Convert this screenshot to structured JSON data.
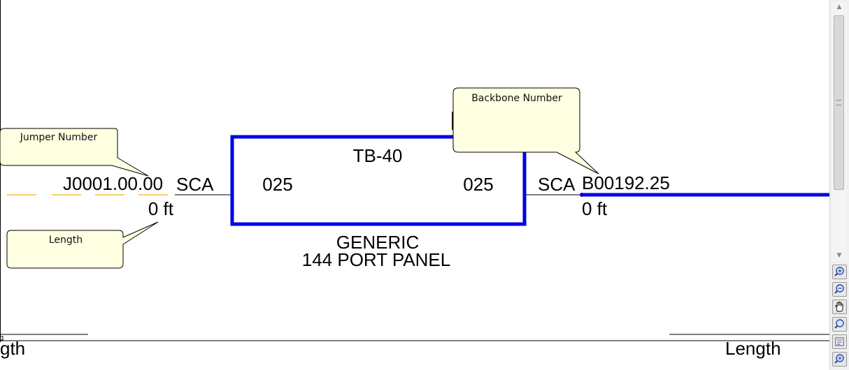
{
  "diagram": {
    "panel": {
      "title": "TB-40",
      "left_port": "025",
      "right_port": "025",
      "caption_line1": "GENERIC",
      "caption_line2": "144 PORT PANEL"
    },
    "left_connection": {
      "jumper_number": "J0001.00.00",
      "connector": "SCA",
      "length": "0 ft"
    },
    "right_connection": {
      "backbone_number": "B00192.25",
      "connector": "SCA",
      "length": "0 ft"
    },
    "callouts": {
      "jumper": "Jumper Number",
      "length": "Length",
      "backbone": "Backbone Number"
    },
    "bottom_labels": {
      "left_clipped": "gth",
      "right": "Length"
    },
    "colors": {
      "backbone_line": "#0000e6",
      "panel_border": "#0000e6",
      "callout_fill": "#ffffe1",
      "jumper_dashes": "#f0c040"
    }
  },
  "sidebar": {
    "scroll_up_glyph": "▲",
    "scroll_down_glyph": "▼",
    "tools": [
      "zoom-in-icon",
      "zoom-out-icon",
      "pan-hand-icon",
      "zoom-window-icon",
      "fit-extents-icon",
      "zoom-realtime-icon"
    ]
  }
}
